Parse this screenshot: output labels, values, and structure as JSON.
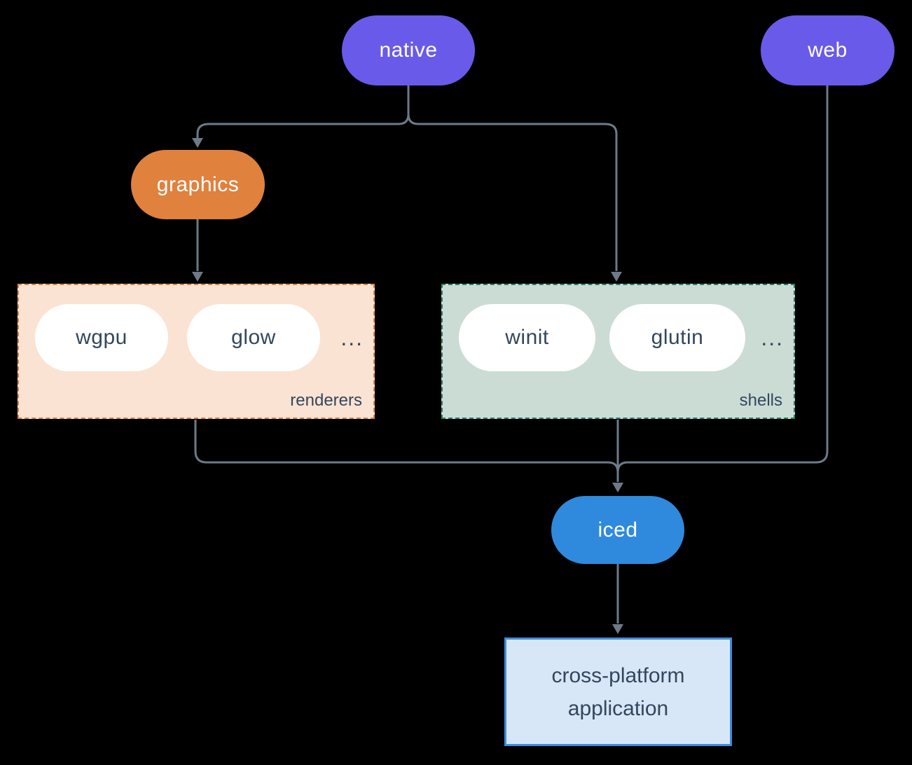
{
  "diagram": {
    "background_color": "#000000",
    "connector_color": "#6c7a89",
    "nodes": {
      "native": {
        "label": "native",
        "color": "#6a5ae9",
        "text_color": "#ffffff"
      },
      "web": {
        "label": "web",
        "color": "#6a5ae9",
        "text_color": "#ffffff"
      },
      "graphics": {
        "label": "graphics",
        "color": "#e0813d",
        "text_color": "#ffffff"
      },
      "iced": {
        "label": "iced",
        "color": "#2f8ade",
        "text_color": "#ffffff"
      },
      "application": {
        "lines": [
          "cross-platform",
          "application"
        ],
        "bg_color": "#d8e7f8",
        "border_color": "#3e8ede",
        "text_color": "#33475c"
      }
    },
    "groups": {
      "renderers": {
        "label": "renderers",
        "bg_color": "#fae3d3",
        "border_color": "#e0813d",
        "items": [
          "wgpu",
          "glow"
        ],
        "ellipsis": "...",
        "text_color": "#33475c"
      },
      "shells": {
        "label": "shells",
        "bg_color": "#cbdcd5",
        "border_color": "#2a7d6f",
        "items": [
          "winit",
          "glutin"
        ],
        "ellipsis": "...",
        "text_color": "#33475c"
      }
    },
    "edges": [
      "native -> graphics",
      "native -> shells",
      "graphics -> renderers",
      "renderers -> iced",
      "shells -> iced",
      "web -> iced",
      "iced -> application"
    ]
  }
}
